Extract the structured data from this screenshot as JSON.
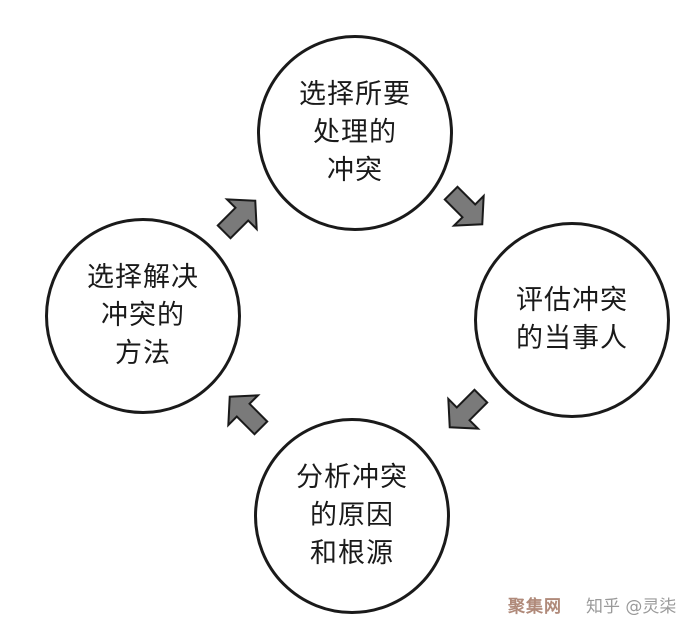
{
  "steps": [
    {
      "lines": [
        "选择所要",
        "处理的",
        "冲突"
      ]
    },
    {
      "lines": [
        "评估冲突",
        "的当事人"
      ]
    },
    {
      "lines": [
        "分析冲突",
        "的原因",
        "和根源"
      ]
    },
    {
      "lines": [
        "选择解决",
        "冲突的",
        "方法"
      ]
    }
  ],
  "watermark": {
    "site": "聚集网",
    "author": "知乎 @灵柒"
  },
  "colors": {
    "arrow_fill": "#7a7a7a",
    "arrow_stroke": "#1a1a1a",
    "circle_border": "#1a1a1a",
    "text": "#1a1a1a"
  }
}
